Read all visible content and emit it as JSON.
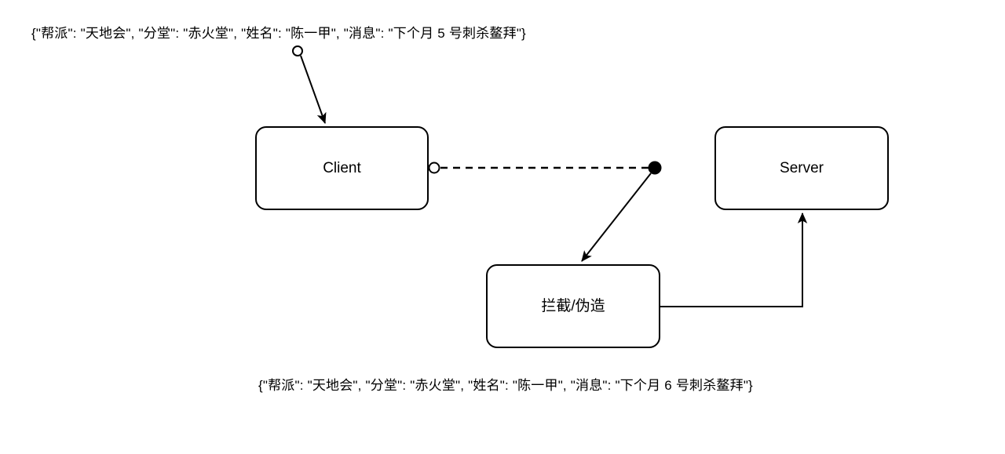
{
  "diagram": {
    "type": "flow-diagram",
    "background_color": "#ffffff",
    "stroke_color": "#000000",
    "nodes": [
      {
        "id": "client",
        "label": "Client",
        "shape": "rounded-rect"
      },
      {
        "id": "server",
        "label": "Server",
        "shape": "rounded-rect"
      },
      {
        "id": "intercept",
        "label": "拦截/伪造",
        "shape": "rounded-rect"
      }
    ],
    "annotations": {
      "payload_original": "{\"帮派\": \"天地会\", \"分堂\": \"赤火堂\", \"姓名\": \"陈一甲\", \"消息\": \"下个月 5 号刺杀鳌拜\"}",
      "payload_tampered": "{\"帮派\": \"天地会\", \"分堂\": \"赤火堂\", \"姓名\": \"陈一甲\", \"消息\": \"下个月 6 号刺杀鳌拜\"}"
    },
    "edges": [
      {
        "id": "payload-to-client",
        "from": "payload_original",
        "to": "client",
        "style": "solid",
        "start_marker": "hollow-circle",
        "end_marker": "arrow"
      },
      {
        "id": "client-to-intercept",
        "from": "client",
        "to": "intercept",
        "style": "dashed",
        "start_marker": "hollow-circle",
        "end_marker": "filled-circle"
      },
      {
        "id": "tap-to-intercept",
        "from": "tap-point",
        "to": "intercept",
        "style": "solid",
        "start_marker": "filled-circle",
        "end_marker": "arrow"
      },
      {
        "id": "intercept-to-server",
        "from": "intercept",
        "to": "server",
        "style": "solid",
        "start_marker": "none",
        "end_marker": "arrow"
      }
    ]
  }
}
